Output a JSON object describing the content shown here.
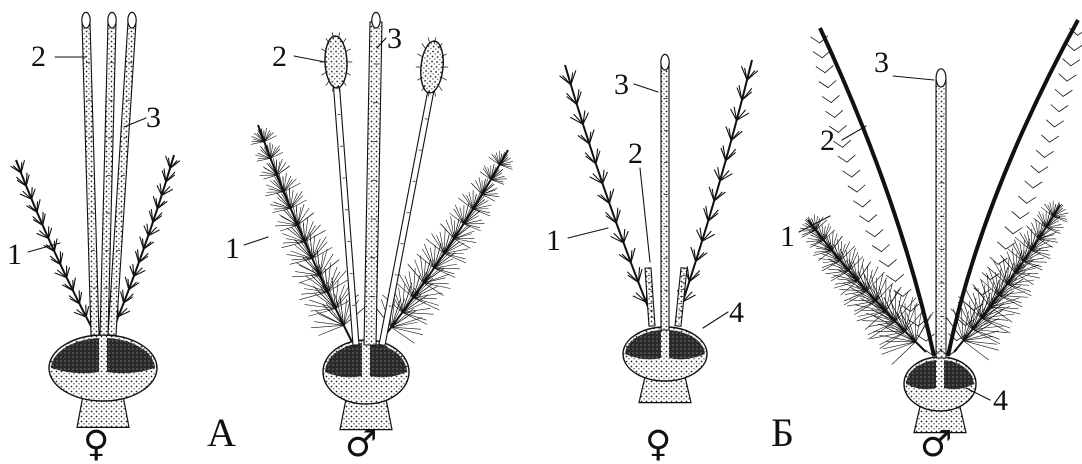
{
  "figure": {
    "group_labels": {
      "a": "А",
      "b": "Б"
    },
    "sex_symbols": {
      "female": "♀",
      "male": "♂"
    },
    "callouts": {
      "antenna": "1",
      "palp": "2",
      "proboscis": "3",
      "eye": "4"
    },
    "panels": [
      {
        "id": "a-female",
        "group": "a",
        "sex": "female",
        "antenna_hair": "short",
        "palp_type": "long-thin",
        "callouts": [
          "1",
          "2",
          "3"
        ]
      },
      {
        "id": "a-male",
        "group": "a",
        "sex": "male",
        "antenna_hair": "bushy",
        "palp_type": "long-clubbed",
        "callouts": [
          "1",
          "2",
          "3"
        ]
      },
      {
        "id": "b-female",
        "group": "b",
        "sex": "female",
        "antenna_hair": "short",
        "palp_type": "short",
        "callouts": [
          "1",
          "2",
          "3",
          "4"
        ]
      },
      {
        "id": "b-male",
        "group": "b",
        "sex": "male",
        "antenna_hair": "bushy",
        "palp_type": "long-thin-hairy",
        "callouts": [
          "1",
          "2",
          "3",
          "4"
        ]
      }
    ],
    "colors": {
      "ink": "#111111",
      "eye_dark": "#1f1f1f",
      "eye_light": "#bdbdbd",
      "background": "#ffffff"
    }
  }
}
